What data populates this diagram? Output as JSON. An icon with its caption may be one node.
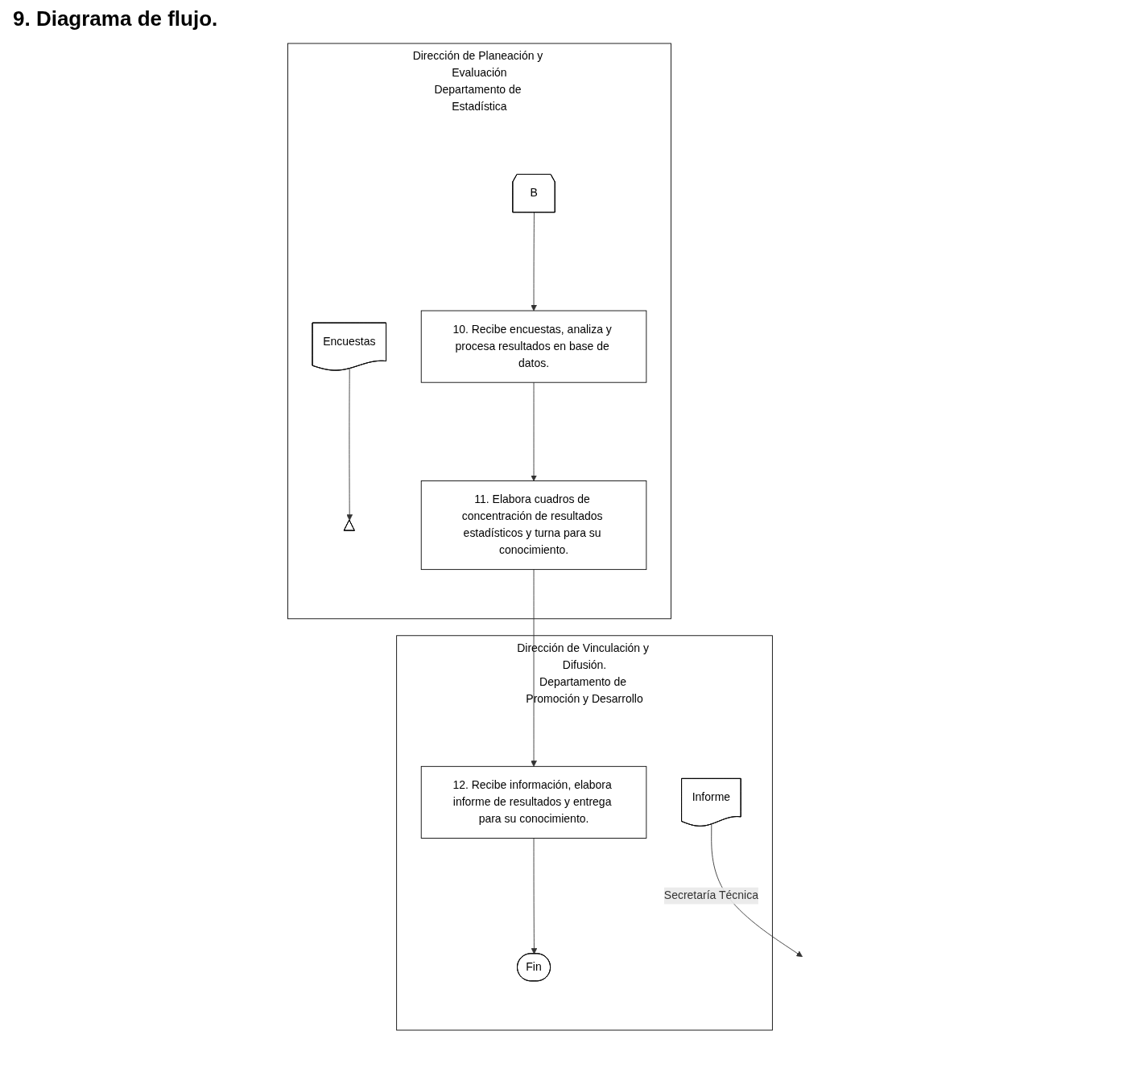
{
  "diagram": {
    "title": "9. Diagrama de flujo.",
    "nodes": [
      {
        "text": [
          "Dirección de Planeación y Evaluación",
          "Departamento de Estadística"
        ]
      },
      {
        "text": [
          "B"
        ],
        "in": 0
      },
      {
        "text": [
          "10. Recibe encuestas, analiza y procesa resultados en base de datos."
        ],
        "in": 0
      },
      {
        "text": [
          "Encuestas"
        ],
        "in": 0
      },
      {
        "text": [],
        "shape": "triangle",
        "in": 0
      },
      {
        "text": [
          "11. Elabora cuadros de concentración de resultados estadísticos y turna para su conocimiento."
        ],
        "in": 0
      },
      {
        "text": [
          "Dirección de Vinculación y Difusión.",
          "Departamento de Promoción y Desarrollo"
        ]
      },
      {
        "text": [
          "12. Recibe información, elabora informe de resultados y entrega para su conocimiento."
        ],
        "in": 6
      },
      {
        "text": [
          "Informe"
        ],
        "in": 6
      },
      {
        "text": [
          "Fin"
        ],
        "in": 6
      }
    ],
    "edges": [
      {
        "from": 1,
        "to": 2,
        "arrow": "to"
      },
      {
        "from": 2,
        "to": 5,
        "arrow": "to"
      },
      {
        "from": 3,
        "to": 4,
        "arrow": "to"
      },
      {
        "from": 5,
        "to": 7,
        "arrow": "to"
      },
      {
        "from": 7,
        "to": 9,
        "arrow": "to"
      },
      {
        "from": 8,
        "to": null,
        "label": "Secretaría Técnica",
        "arrow": "to"
      }
    ]
  }
}
